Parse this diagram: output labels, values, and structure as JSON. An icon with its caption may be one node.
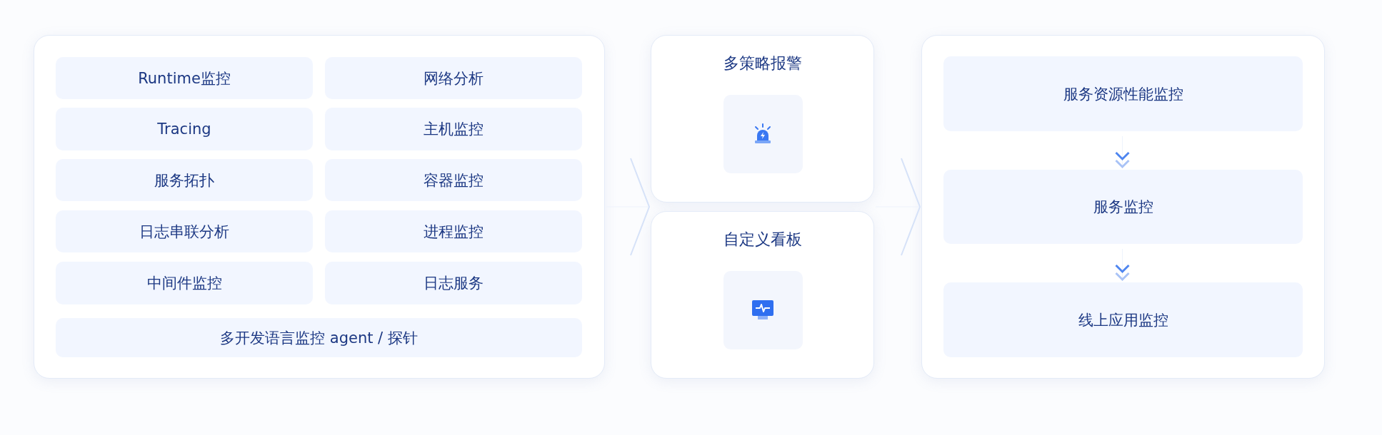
{
  "diagram": {
    "nodes": [
      {
        "text": [],
        "shape": "box"
      },
      {
        "text": [
          "Runtime监控"
        ],
        "in": 0
      },
      {
        "text": [
          "网络分析"
        ],
        "in": 0
      },
      {
        "text": [
          "Tracing"
        ],
        "in": 0
      },
      {
        "text": [
          "主机监控"
        ],
        "in": 0
      },
      {
        "text": [
          "服务拓扑"
        ],
        "in": 0
      },
      {
        "text": [
          "容器监控"
        ],
        "in": 0
      },
      {
        "text": [
          "日志串联分析"
        ],
        "in": 0
      },
      {
        "text": [
          "进程监控"
        ],
        "in": 0
      },
      {
        "text": [
          "中间件监控"
        ],
        "in": 0
      },
      {
        "text": [
          "日志服务"
        ],
        "in": 0
      },
      {
        "text": [
          "多开发语言监控 agent / 探针"
        ],
        "in": 0
      },
      {
        "text": [
          "多策略报警"
        ]
      },
      {
        "text": [
          "自定义看板"
        ]
      },
      {
        "text": [],
        "shape": "box"
      },
      {
        "text": [
          "服务资源性能监控"
        ],
        "in": 14
      },
      {
        "text": [
          "服务监控"
        ],
        "in": 14
      },
      {
        "text": [
          "线上应用监控"
        ],
        "in": 14
      }
    ],
    "edges": [
      {
        "from": 0,
        "to": 12,
        "arrow": "to"
      },
      {
        "from": 0,
        "to": 13,
        "arrow": "to"
      },
      {
        "from": 12,
        "to": 14,
        "arrow": "to"
      },
      {
        "from": 13,
        "to": 14,
        "arrow": "to"
      },
      {
        "from": 15,
        "to": 16,
        "arrow": "to"
      },
      {
        "from": 16,
        "to": 17,
        "arrow": "to"
      }
    ]
  }
}
